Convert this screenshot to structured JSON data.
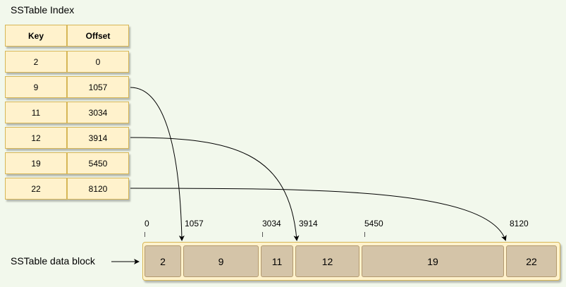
{
  "index": {
    "title": "SSTable Index",
    "headers": [
      "Key",
      "Offset"
    ],
    "rows": [
      {
        "key": "2",
        "offset": "0"
      },
      {
        "key": "9",
        "offset": "1057"
      },
      {
        "key": "11",
        "offset": "3034"
      },
      {
        "key": "12",
        "offset": "3914"
      },
      {
        "key": "19",
        "offset": "5450"
      },
      {
        "key": "22",
        "offset": "8120"
      }
    ]
  },
  "data_block": {
    "label": "SSTable data block",
    "offsets": [
      "0",
      "1057",
      "3034",
      "3914",
      "5450",
      "8120"
    ],
    "segments": [
      "2",
      "9",
      "11",
      "12",
      "19",
      "22"
    ]
  }
}
